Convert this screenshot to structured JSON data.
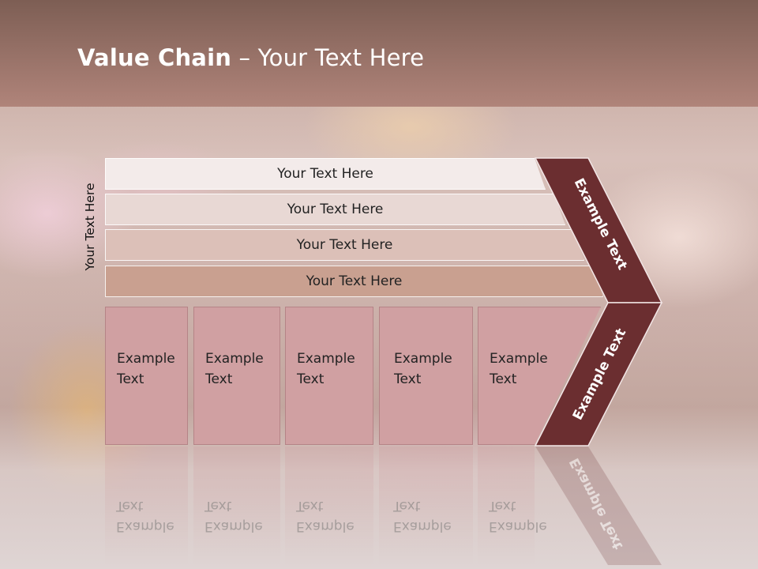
{
  "title": {
    "bold": "Value Chain",
    "rest": " – Your Text Here"
  },
  "vertical_label": "Your Text Here",
  "bands": [
    {
      "label": "Your Text Here",
      "color": "#f3ebea"
    },
    {
      "label": "Your Text Here",
      "color": "#e8d8d4"
    },
    {
      "label": "Your Text Here",
      "color": "#dcc0b8"
    },
    {
      "label": "Your Text Here",
      "color": "#c9a090"
    }
  ],
  "boxes": [
    {
      "line1": "Example",
      "line2": "Text"
    },
    {
      "line1": "Example",
      "line2": "Text"
    },
    {
      "line1": "Example",
      "line2": "Text"
    },
    {
      "line1": "Example",
      "line2": "Text"
    },
    {
      "line1": "Example",
      "line2": "Text"
    }
  ],
  "chevron": {
    "upper_label": "Example Text",
    "lower_label": "Example Text",
    "color": "#6b2e30"
  }
}
